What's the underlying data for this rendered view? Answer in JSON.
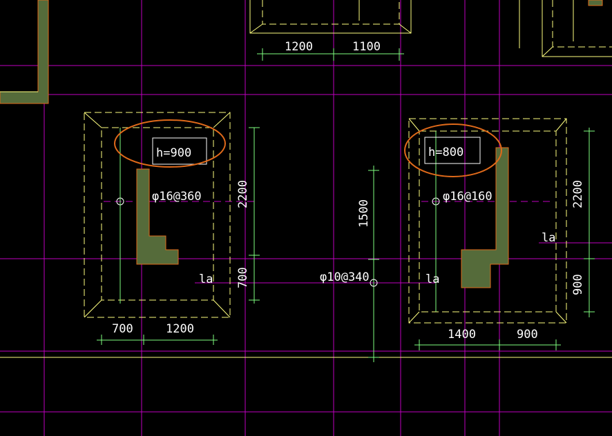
{
  "colors": {
    "background": "#000000",
    "magenta_axis": "#c000c0",
    "yellow_outline": "#ffff80",
    "green_dim": "#80ff80",
    "white_text": "#ffffff",
    "orange_highlight": "#e06a1a",
    "hatch_fill": "#556b3a"
  },
  "foundations": [
    {
      "height_label": "h=900",
      "rebar_label": "φ16@360",
      "dim_vertical_top": "2200",
      "dim_vertical_bottom": "700",
      "dim_horizontal_left": "700",
      "dim_horizontal_right": "1200",
      "la_label": "la"
    },
    {
      "height_label": "h=800",
      "rebar_label": "φ16@160",
      "dim_vertical_top": "2200",
      "dim_vertical_bottom": "900",
      "dim_horizontal_left": "1400",
      "dim_horizontal_right": "900",
      "la_label": "la"
    }
  ],
  "top_dims": [
    "1200",
    "1100"
  ],
  "center_beam": {
    "rebar_label": "φ10@340",
    "dim_vertical": "1500"
  },
  "right_edge_la": "la"
}
